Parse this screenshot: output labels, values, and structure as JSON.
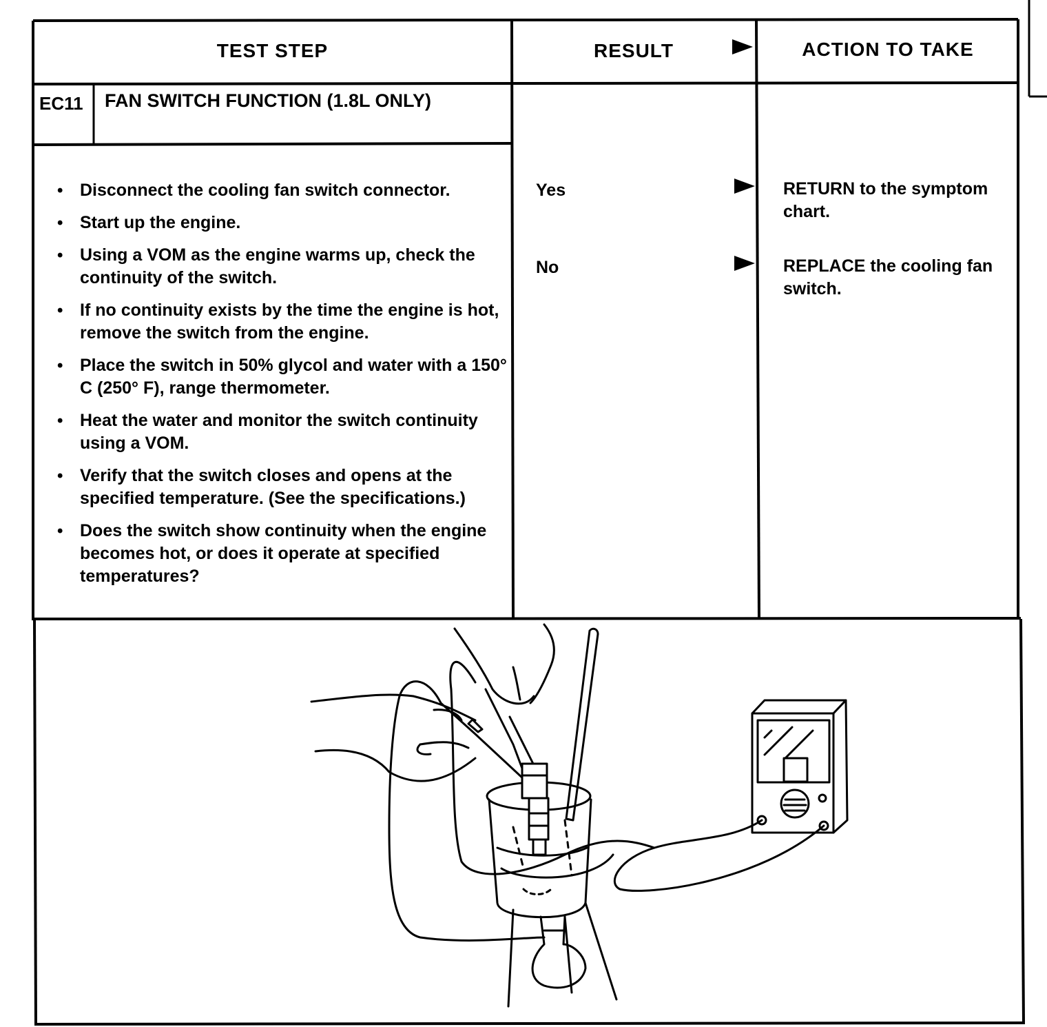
{
  "table": {
    "headers": {
      "test_step": "TEST STEP",
      "result": "RESULT",
      "action": "ACTION TO TAKE"
    },
    "step_id": "EC11",
    "step_title": "FAN SWITCH FUNCTION (1.8L ONLY)",
    "steps": [
      "Disconnect the cooling fan switch connector.",
      "Start up the engine.",
      "Using a VOM as the engine warms up, check the continuity of the switch.",
      "If no continuity exists by the time the engine is hot, remove the switch from the engine.",
      "Place the switch in 50% glycol and water with a 150° C (250° F), range thermometer.",
      "Heat the water and monitor the switch continuity using a VOM.",
      "Verify that the switch closes and opens at the specified temperature. (See the specifications.)",
      "Does the switch show continuity when the engine becomes hot, or does it operate at specified temperatures?"
    ],
    "results": [
      {
        "result": "Yes",
        "action": "RETURN to the symptom chart."
      },
      {
        "result": "No",
        "action": "REPLACE the cooling fan switch."
      }
    ]
  },
  "illustration": {
    "icons": [
      "hand-icon",
      "beaker-icon",
      "thermometer-icon",
      "fan-switch-icon",
      "ohmmeter-icon",
      "burner-icon",
      "tripod-icon"
    ]
  }
}
